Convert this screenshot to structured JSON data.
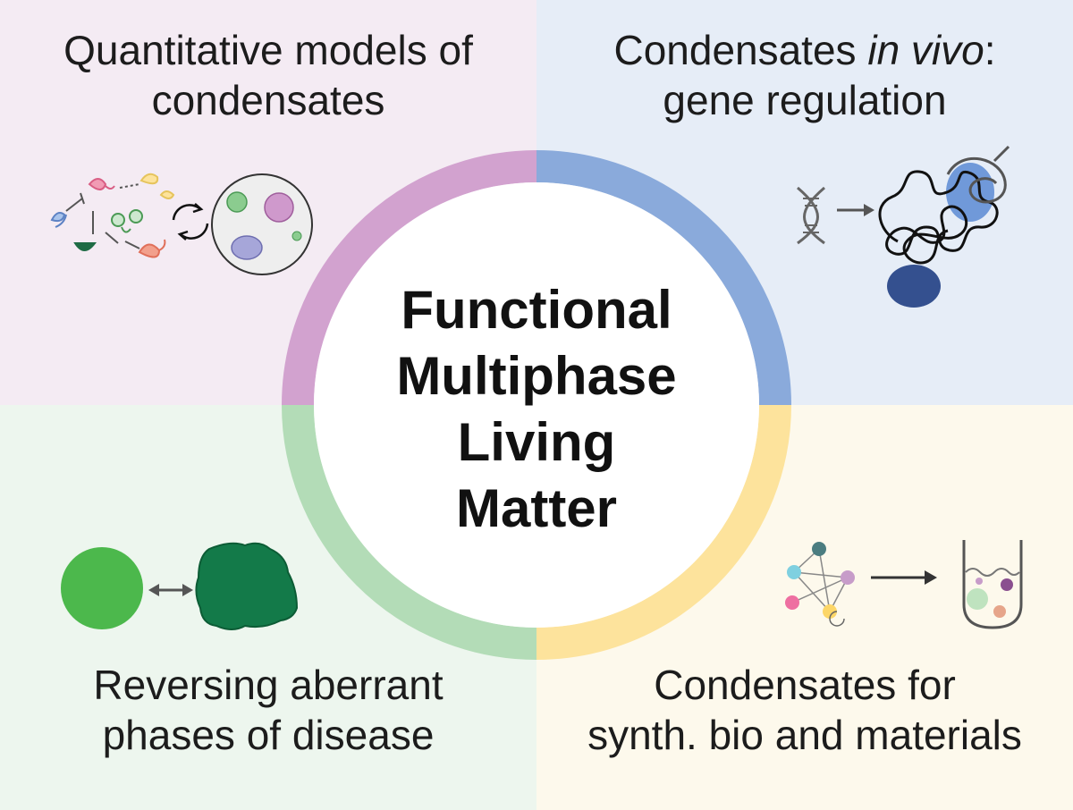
{
  "center": {
    "lines": [
      "Functional",
      "Multiphase",
      "Living",
      "Matter"
    ]
  },
  "quadrants": {
    "top_left": {
      "lines": [
        "Quantitative models of",
        "condensates"
      ]
    },
    "top_right": {
      "line1_prefix": "Condensates ",
      "line1_italic": "in vivo",
      "line1_suffix": ":",
      "line2": "gene regulation"
    },
    "bottom_left": {
      "lines": [
        "Reversing aberrant",
        "phases of disease"
      ]
    },
    "bottom_right": {
      "lines": [
        "Condensates for",
        "synth. bio and materials"
      ]
    }
  },
  "colors": {
    "ring_purple": "#d2a2cf",
    "ring_blue": "#8aaadb",
    "ring_green": "#b3dcb7",
    "ring_yellow": "#fde39c",
    "bg_purple": "#f4ebf3",
    "bg_blue": "#e6edf7",
    "bg_green": "#edf6ee",
    "bg_yellow": "#fdf9ec"
  }
}
